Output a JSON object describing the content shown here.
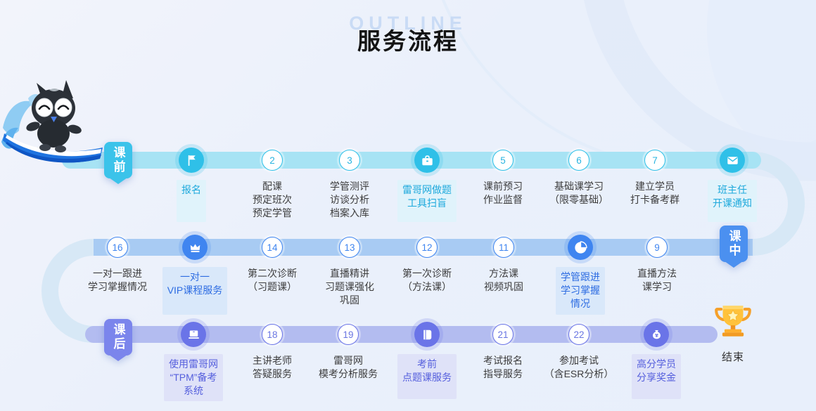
{
  "header": {
    "watermark": "OUTLINE",
    "title": "服务流程"
  },
  "flow_colors": {
    "curve": "#d7e8f6"
  },
  "rows": [
    {
      "badge": "课前",
      "theme": {
        "track": "#a7e3f4",
        "accent": "#2fc0e8",
        "number": "#2ab4e0",
        "hl_text": "#1ea9dc",
        "hl_bg": "#e0f3fb",
        "badge_bg": "#3bc3ea"
      },
      "steps": [
        {
          "icon": "flag-icon",
          "label": "报名",
          "highlight": true
        },
        {
          "num": "2",
          "label": "配课\n预定班次\n预定学管"
        },
        {
          "num": "3",
          "label": "学管测评\n访谈分析\n档案入库"
        },
        {
          "icon": "briefcase-icon",
          "label": "雷哥网做题\n工具扫盲",
          "highlight": true
        },
        {
          "num": "5",
          "label": "课前预习\n作业监督"
        },
        {
          "num": "6",
          "label": "基础课学习\n（限零基础）"
        },
        {
          "num": "7",
          "label": "建立学员\n打卡备考群"
        },
        {
          "icon": "envelope-icon",
          "label": "班主任\n开课通知",
          "highlight": true
        }
      ]
    },
    {
      "badge": "课中",
      "theme": {
        "track": "#a8cbf3",
        "accent": "#3f85f0",
        "number": "#3f85f0",
        "hl_text": "#2d6ce2",
        "hl_bg": "#d9e8fa",
        "badge_bg": "#4b90f0"
      },
      "steps": [
        {
          "num": "16",
          "label": "一对一跟进\n学习掌握情况"
        },
        {
          "icon": "crown-icon",
          "label": "一对一\nVIP课程服务",
          "highlight": true
        },
        {
          "num": "14",
          "label": "第二次诊断\n（习题课）"
        },
        {
          "num": "13",
          "label": "直播精讲\n习题课强化\n巩固"
        },
        {
          "num": "12",
          "label": "第一次诊断\n（方法课）"
        },
        {
          "num": "11",
          "label": "方法课\n视频巩固"
        },
        {
          "icon": "pie-clock-icon",
          "label": "学管跟进\n学习掌握\n情况",
          "highlight": true
        },
        {
          "num": "9",
          "label": "直播方法\n课学习"
        }
      ]
    },
    {
      "badge": "课后",
      "theme": {
        "track": "#b3bcf0",
        "accent": "#6a74e8",
        "number": "#6a76e2",
        "hl_text": "#555fdd",
        "hl_bg": "#dfe2f8",
        "badge_bg": "#7b85ec"
      },
      "steps": [
        {
          "icon": "laptop-icon",
          "label": "使用雷哥网\n“TPM”备考\n系统",
          "highlight": true
        },
        {
          "num": "18",
          "label": "主讲老师\n答疑服务"
        },
        {
          "num": "19",
          "label": "雷哥网\n模考分析服务"
        },
        {
          "icon": "book-icon",
          "label": "考前\n点题课服务",
          "highlight": true
        },
        {
          "num": "21",
          "label": "考试报名\n指导服务"
        },
        {
          "num": "22",
          "label": "参加考试\n（含ESR分析）"
        },
        {
          "icon": "moneybag-icon",
          "label": "高分学员\n分享奖金",
          "highlight": true
        }
      ]
    }
  ],
  "finish": {
    "label": "结束",
    "trophy_color": "#ffb02e"
  }
}
